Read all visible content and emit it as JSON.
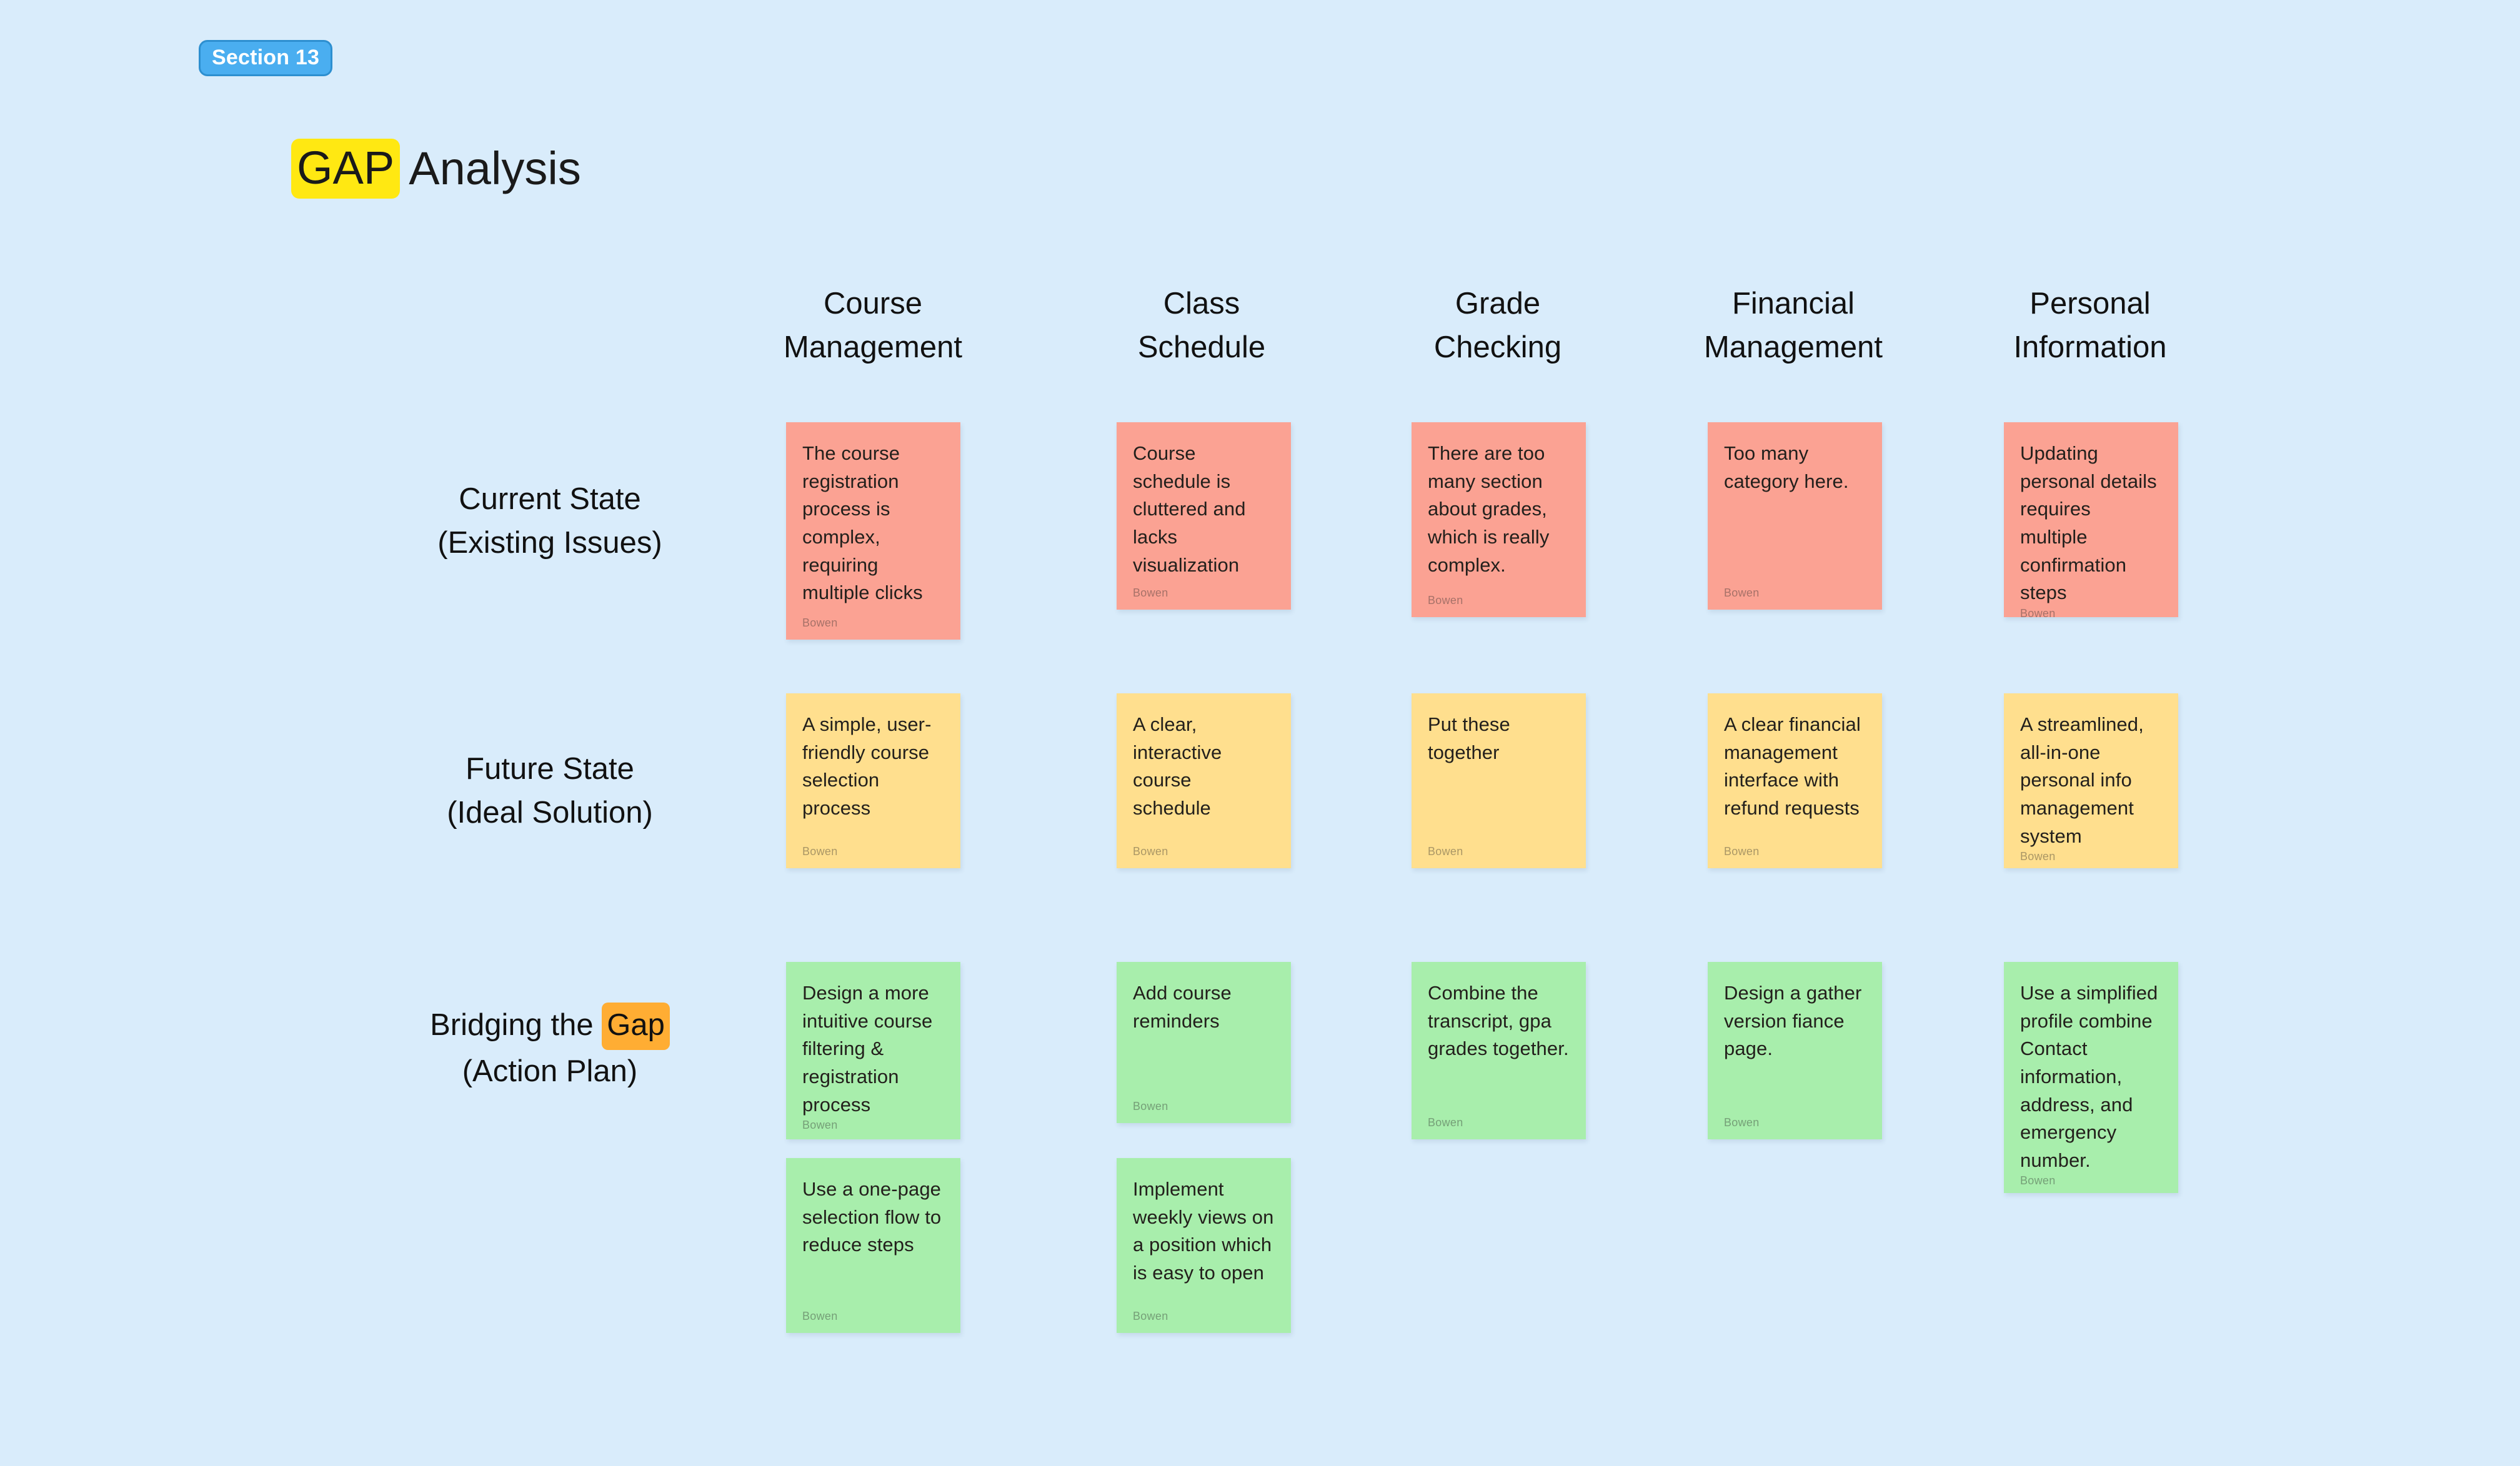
{
  "section": {
    "label": "Section 13"
  },
  "title": {
    "highlight": "GAP",
    "rest": "Analysis",
    "highlight_color": "#ffe812"
  },
  "colors": {
    "canvas": "#d9ecfb",
    "chip": "#4aaef0",
    "note_red": "#fba293",
    "note_yellow": "#ffdf8e",
    "note_green": "#a8eeac",
    "highlight_orange": "#ffad33"
  },
  "columns": [
    {
      "line1": "Course",
      "line2": "Management"
    },
    {
      "line1": "Class",
      "line2": "Schedule"
    },
    {
      "line1": "Grade",
      "line2": "Checking"
    },
    {
      "line1": "Financial",
      "line2": "Management"
    },
    {
      "line1": "Personal",
      "line2": "Information"
    }
  ],
  "rows": [
    {
      "line1": "Current State",
      "line2": "(Existing Issues)",
      "highlight": ""
    },
    {
      "line1": "Future State",
      "line2": "(Ideal Solution)",
      "highlight": ""
    },
    {
      "line1_pre": "Bridging the ",
      "highlight": "Gap",
      "line2": "(Action Plan)"
    }
  ],
  "author": "Bowen",
  "notes": {
    "current": [
      {
        "text": "The course registration process is complex, requiring multiple clicks",
        "author": "Bowen"
      },
      {
        "text": "Course schedule is cluttered and lacks visualization",
        "author": "Bowen"
      },
      {
        "text": "There are too many section about grades, which is really complex.",
        "author": "Bowen"
      },
      {
        "text": "Too many category here.",
        "author": "Bowen"
      },
      {
        "text": "Updating personal details requires multiple confirmation steps",
        "author": "Bowen"
      }
    ],
    "future": [
      {
        "text": "A simple, user-friendly course selection process",
        "author": "Bowen"
      },
      {
        "text": "A clear, interactive course schedule",
        "author": "Bowen"
      },
      {
        "text": "Put these together",
        "author": "Bowen"
      },
      {
        "text": "A clear financial management interface with refund requests",
        "author": "Bowen"
      },
      {
        "text": "A streamlined, all-in-one personal info management system",
        "author": "Bowen"
      }
    ],
    "bridging": [
      {
        "text": "Design a more intuitive course filtering & registration process",
        "author": "Bowen"
      },
      {
        "text": "Add course reminders",
        "author": "Bowen"
      },
      {
        "text": "Combine the transcript, gpa grades together.",
        "author": "Bowen"
      },
      {
        "text": "Design a gather version fiance page.",
        "author": "Bowen"
      },
      {
        "text": "Use a simplified profile combine Contact information, address, and emergency number.",
        "author": "Bowen"
      }
    ],
    "bridging_extra": [
      {
        "text": " Use a one-page selection flow to reduce steps",
        "author": "Bowen"
      },
      {
        "text": "Implement weekly views on a position which is easy to open",
        "author": "Bowen"
      }
    ]
  }
}
